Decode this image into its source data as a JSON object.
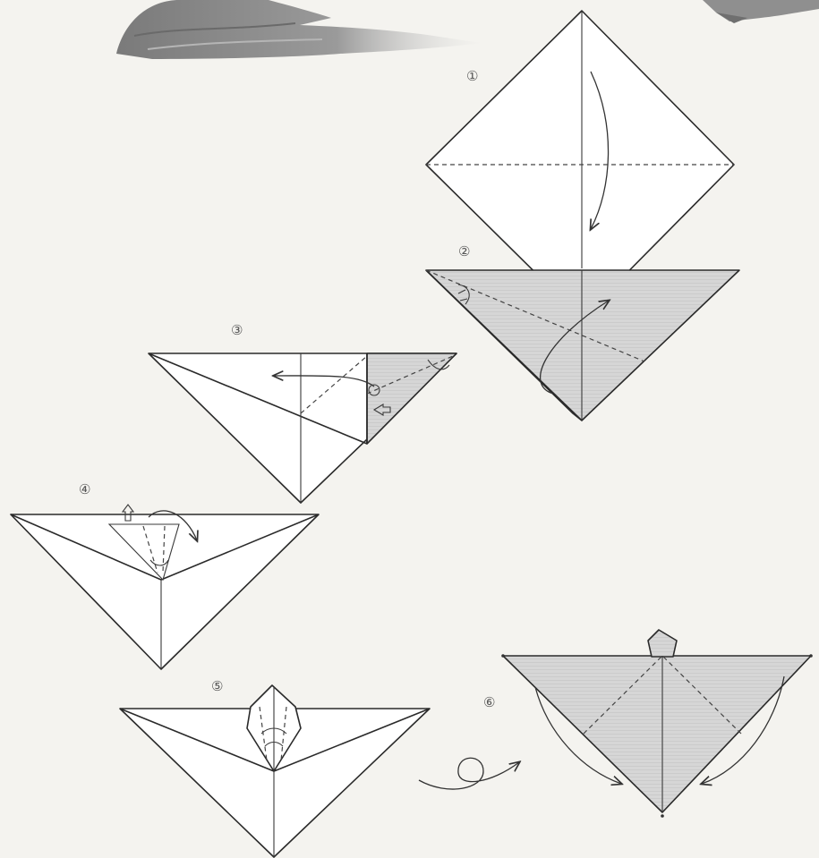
{
  "steps": [
    {
      "label": "①"
    },
    {
      "label": "②"
    },
    {
      "label": "③"
    },
    {
      "label": "④"
    },
    {
      "label": "⑤"
    },
    {
      "label": "⑥"
    }
  ],
  "colors": {
    "paper_background": "#f4f3ef",
    "paper_white": "#ffffff",
    "paper_colored_side": "#d3d3d3",
    "line": "#2a2a2a",
    "photo_model": "#8c8c8c"
  },
  "icons": [
    "fold-arrow-icon",
    "turn-over-icon",
    "push-arrow-icon"
  ]
}
